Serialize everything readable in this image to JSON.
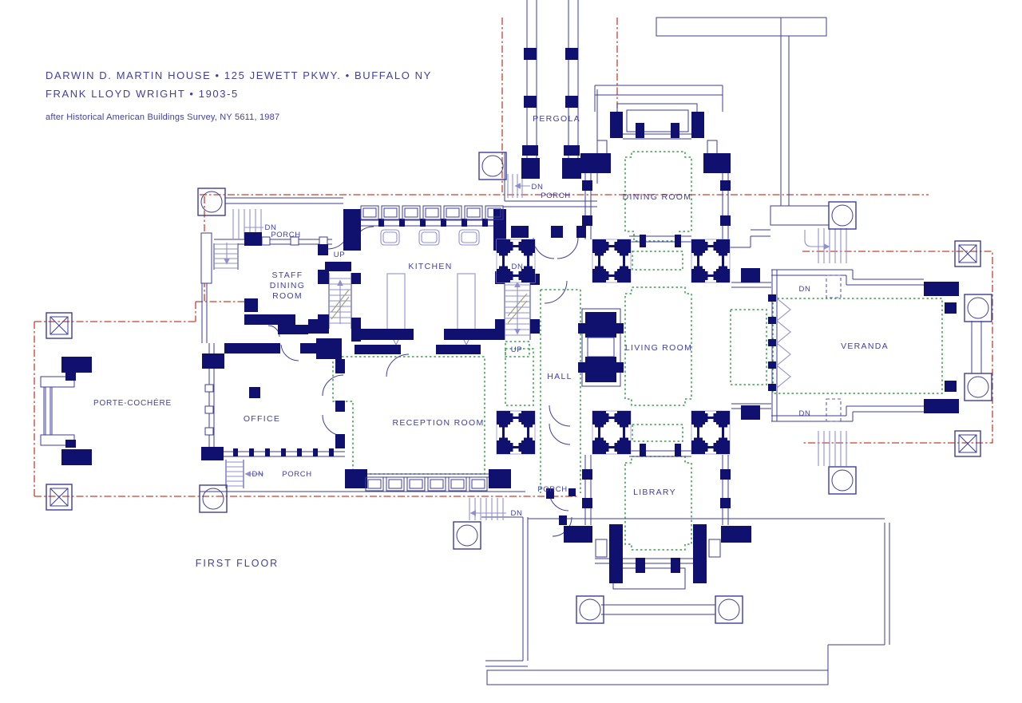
{
  "header": {
    "title_line1": "DARWIN D. MARTIN HOUSE • 125 JEWETT PKWY. • BUFFALO NY",
    "title_line2": "FRANK LLOYD WRIGHT • 1903-5",
    "attribution": "after Historical American Buildings Survey, NY 5611, 1987",
    "floor_label": "FIRST FLOOR"
  },
  "rooms": {
    "pergola": "PERGOLA",
    "dining_room": "DINING ROOM",
    "kitchen": "KITCHEN",
    "staff_dining": [
      "STAFF",
      "DINING",
      "ROOM"
    ],
    "porte_cochere": "PORTE-COCHÉRE",
    "office": "OFFICE",
    "reception_room": "RECEPTION ROOM",
    "hall": "HALL",
    "living_room": "LIVING ROOM",
    "library": "LIBRARY",
    "veranda": "VERANDA"
  },
  "annotations": {
    "down": "DN",
    "up": "UP",
    "porch": "PORCH"
  },
  "colors": {
    "wall_navy": "#10106e",
    "line_blue": "#3d3d99",
    "light_blue": "#8f8fd0",
    "section_red": "#c8402f",
    "rug_green": "#3d9e4e",
    "hearth_brick": "#cfbda6",
    "label_blue": "#4040a2",
    "background": "#ffffff"
  }
}
